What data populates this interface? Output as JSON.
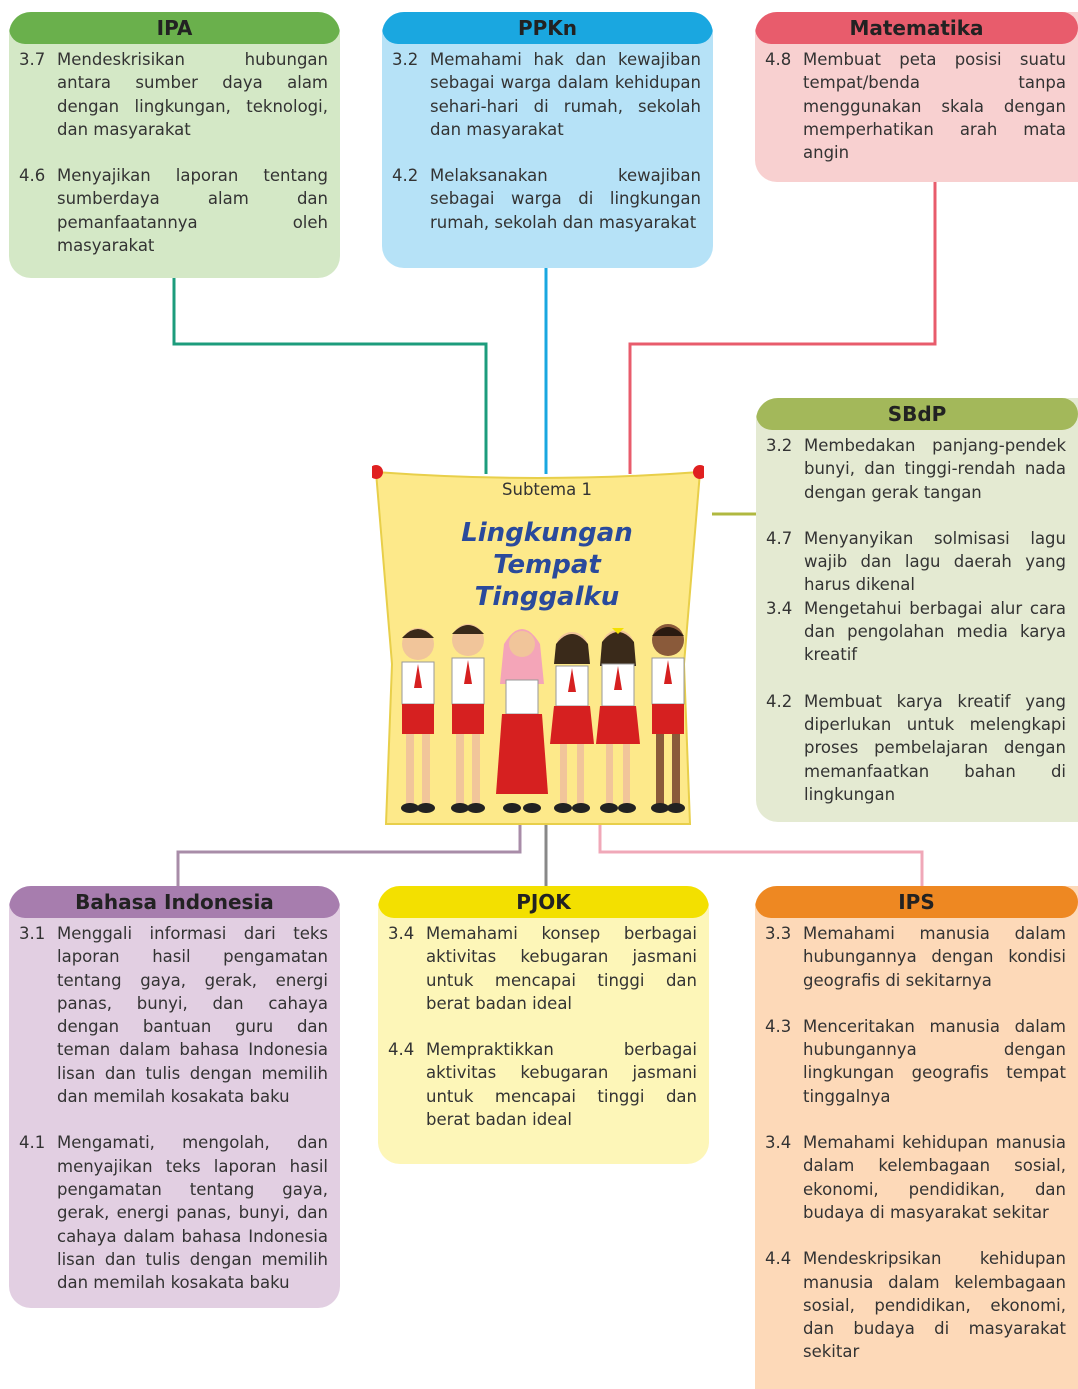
{
  "colors": {
    "ipa_header": "#6ab04c",
    "ipa_body": "#d4e8c6",
    "ipa_line": "#1d9c7c",
    "ppkn_header": "#1aa7e0",
    "ppkn_body": "#b6e2f7",
    "ppkn_line": "#1aa7e0",
    "matematika_header": "#e85c6c",
    "matematika_body": "#f8d0d0",
    "matematika_line": "#e85c6c",
    "sbdp_header": "#a3b85a",
    "sbdp_body": "#e4ead2",
    "sbdp_line": "#b0b840",
    "bahasa_header": "#a77dae",
    "bahasa_body": "#e2cfe2",
    "bahasa_line": "#a88ca8",
    "pjok_header": "#f3e000",
    "pjok_body": "#fdf6b8",
    "pjok_line": "#888888",
    "ips_header": "#ee8822",
    "ips_body": "#fdd9b8",
    "ips_line": "#f0a8b8",
    "poster_fill": "#fde98a",
    "title_color": "#2a4a9c"
  },
  "center": {
    "subtitle": "Subtema 1",
    "title_lines": [
      "Lingkungan",
      "Tempat",
      "Tinggalku"
    ]
  },
  "subjects": {
    "ipa": {
      "name": "IPA",
      "items": [
        {
          "num": "3.7",
          "text": "Mendeskrisikan hubungan antara sumber daya alam dengan lingkungan, teknologi, dan masyarakat"
        },
        {
          "num": "4.6",
          "text": "Menyajikan laporan tentang sumberdaya alam dan pemanfaatannya oleh masyarakat"
        }
      ]
    },
    "ppkn": {
      "name": "PPKn",
      "items": [
        {
          "num": "3.2",
          "text": "Memahami hak dan kewajiban sebagai warga dalam kehidupan sehari-hari di rumah, sekolah dan masyarakat"
        },
        {
          "num": "4.2",
          "text": "Melaksanakan kewajiban sebagai warga di lingkungan rumah, sekolah dan masyarakat"
        }
      ]
    },
    "matematika": {
      "name": "Matematika",
      "items": [
        {
          "num": "4.8",
          "text": "Membuat peta posisi suatu tempat/benda tanpa menggunakan skala dengan memperhatikan arah mata angin"
        }
      ]
    },
    "sbdp": {
      "name": "SBdP",
      "items": [
        {
          "num": "3.2",
          "text": "Membedakan panjang-pendek bunyi, dan tinggi-rendah nada dengan gerak tangan"
        },
        {
          "num": "4.7",
          "text": "Menyanyikan solmisasi lagu wajib dan lagu daerah yang harus dikenal"
        },
        {
          "num": "3.4",
          "text": "Mengetahui berbagai alur cara dan pengolahan media karya kreatif"
        },
        {
          "num": "4.2",
          "text": "Membuat karya kreatif yang diperlukan untuk melengkapi proses pembelajaran dengan memanfaatkan bahan di lingkungan"
        }
      ]
    },
    "bahasa": {
      "name": "Bahasa Indonesia",
      "items": [
        {
          "num": "3.1",
          "text": "Menggali informasi dari teks laporan hasil pengamatan tentang gaya, gerak, energi panas, bunyi, dan cahaya dengan bantuan guru dan teman dalam bahasa Indonesia lisan dan tulis dengan memilih dan memilah kosakata baku"
        },
        {
          "num": "4.1",
          "text": "Mengamati, mengolah, dan menyajikan teks laporan hasil pengamatan tentang gaya, gerak, energi panas, bunyi, dan cahaya dalam bahasa Indonesia lisan dan tulis dengan memilih dan memilah kosakata baku"
        }
      ]
    },
    "pjok": {
      "name": "PJOK",
      "items": [
        {
          "num": "3.4",
          "text": "Memahami konsep berbagai aktivitas kebugaran jasmani untuk mencapai tinggi dan berat badan ideal"
        },
        {
          "num": "4.4",
          "text": "Mempraktikkan berbagai aktivitas kebugaran jasmani untuk mencapai tinggi dan berat badan ideal"
        }
      ]
    },
    "ips": {
      "name": "IPS",
      "items": [
        {
          "num": "3.3",
          "text": "Memahami manusia dalam hubungannya dengan kondisi geografis di sekitarnya"
        },
        {
          "num": "4.3",
          "text": "Menceritakan manusia dalam hubungannya dengan lingkungan geografis tempat tinggalnya"
        },
        {
          "num": "3.4",
          "text": "Memahami kehidupan manusia dalam kelembagaan sosial, ekonomi, pendidikan, dan budaya di masyarakat sekitar"
        },
        {
          "num": "4.4",
          "text": "Mendeskripsikan kehidupan manusia dalam kelembagaan sosial, pendidikan, ekonomi, dan budaya di masyarakat sekitar"
        }
      ]
    }
  }
}
